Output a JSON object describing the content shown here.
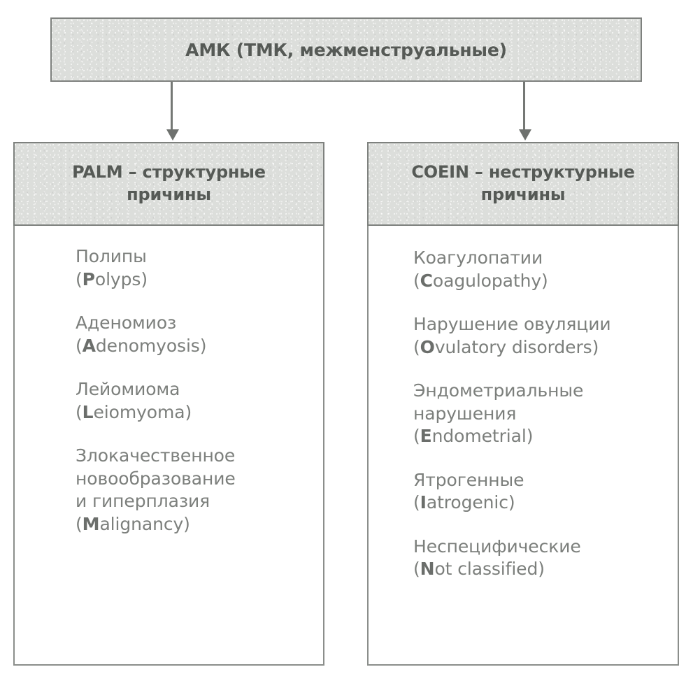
{
  "diagram": {
    "root": {
      "label": "АМК (ТМК, межменструальные)"
    },
    "colors": {
      "box_fill": "#dcdedb",
      "box_border": "#7e817e",
      "header_text": "#565a56",
      "body_text": "#7c7f7c",
      "connector": "#757875",
      "page_background": "#ffffff"
    },
    "columns": [
      {
        "id": "palm",
        "header": "PALM – структурные причины",
        "header_lines": [
          "PALM – структурные",
          "причины"
        ],
        "items": [
          {
            "russian_lines": [
              "Полипы"
            ],
            "english_initial": "P",
            "english_rest": "olyps",
            "english": "(Polyps)"
          },
          {
            "russian_lines": [
              "Аденомиоз"
            ],
            "english_initial": "A",
            "english_rest": "denomyosis",
            "english": "(Adenomyosis)"
          },
          {
            "russian_lines": [
              "Лейомиома"
            ],
            "english_initial": "L",
            "english_rest": "eiomyoma",
            "english": "(Leiomyoma)"
          },
          {
            "russian_lines": [
              "Злокачественное",
              "новообразование",
              "и гиперплазия"
            ],
            "english_initial": "M",
            "english_rest": "alignancy",
            "english": "(Malignancy)"
          }
        ]
      },
      {
        "id": "coein",
        "header": "COEIN – неструктурные причины",
        "header_lines": [
          "COEIN – неструктурные",
          "причины"
        ],
        "items": [
          {
            "russian_lines": [
              "Коагулопатии"
            ],
            "english_initial": "C",
            "english_rest": "oagulopathy",
            "english": "(Coagulopathy)"
          },
          {
            "russian_lines": [
              "Нарушение овуляции"
            ],
            "english_initial": "O",
            "english_rest": "vulatory disorders",
            "english": "(Ovulatory disorders)"
          },
          {
            "russian_lines": [
              "Эндометриальные",
              "нарушения"
            ],
            "english_initial": "E",
            "english_rest": "ndometrial",
            "english": "(Endometrial)"
          },
          {
            "russian_lines": [
              "Ятрогенные"
            ],
            "english_initial": "I",
            "english_rest": "atrogenic",
            "english": "(Iatrogenic)"
          },
          {
            "russian_lines": [
              "Неспецифические"
            ],
            "english_initial": "N",
            "english_rest": "ot classified",
            "english": "(Not classified)"
          }
        ]
      }
    ]
  }
}
